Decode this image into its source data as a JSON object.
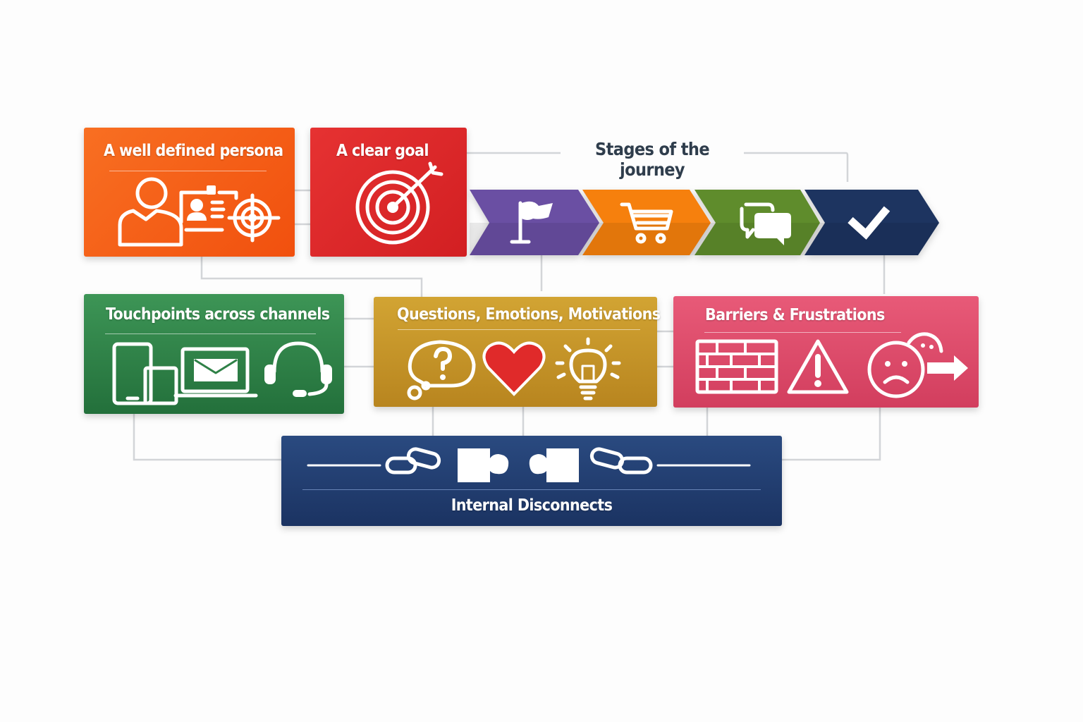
{
  "persona": {
    "title": "A well defined persona",
    "color": "#f4621b"
  },
  "goal": {
    "title": "A clear goal",
    "color": "#dc2828"
  },
  "stages": {
    "title": "Stages of the journey",
    "items": [
      {
        "icon": "flag-icon",
        "color": "#6a4fa3"
      },
      {
        "icon": "shopping-cart-icon",
        "color": "#f6800d"
      },
      {
        "icon": "chat-bubbles-icon",
        "color": "#5f8c2c"
      },
      {
        "icon": "checkmark-icon",
        "color": "#1d3460"
      }
    ]
  },
  "touchpoints": {
    "title": "Touchpoints across channels",
    "color": "#2f8147"
  },
  "qem": {
    "title": "Questions, Emotions, Motivations",
    "color": "#c8962a"
  },
  "barriers": {
    "title": "Barriers & Frustrations",
    "color": "#df4a6a"
  },
  "internal": {
    "title": "Internal Disconnects",
    "color": "#223c6c"
  }
}
